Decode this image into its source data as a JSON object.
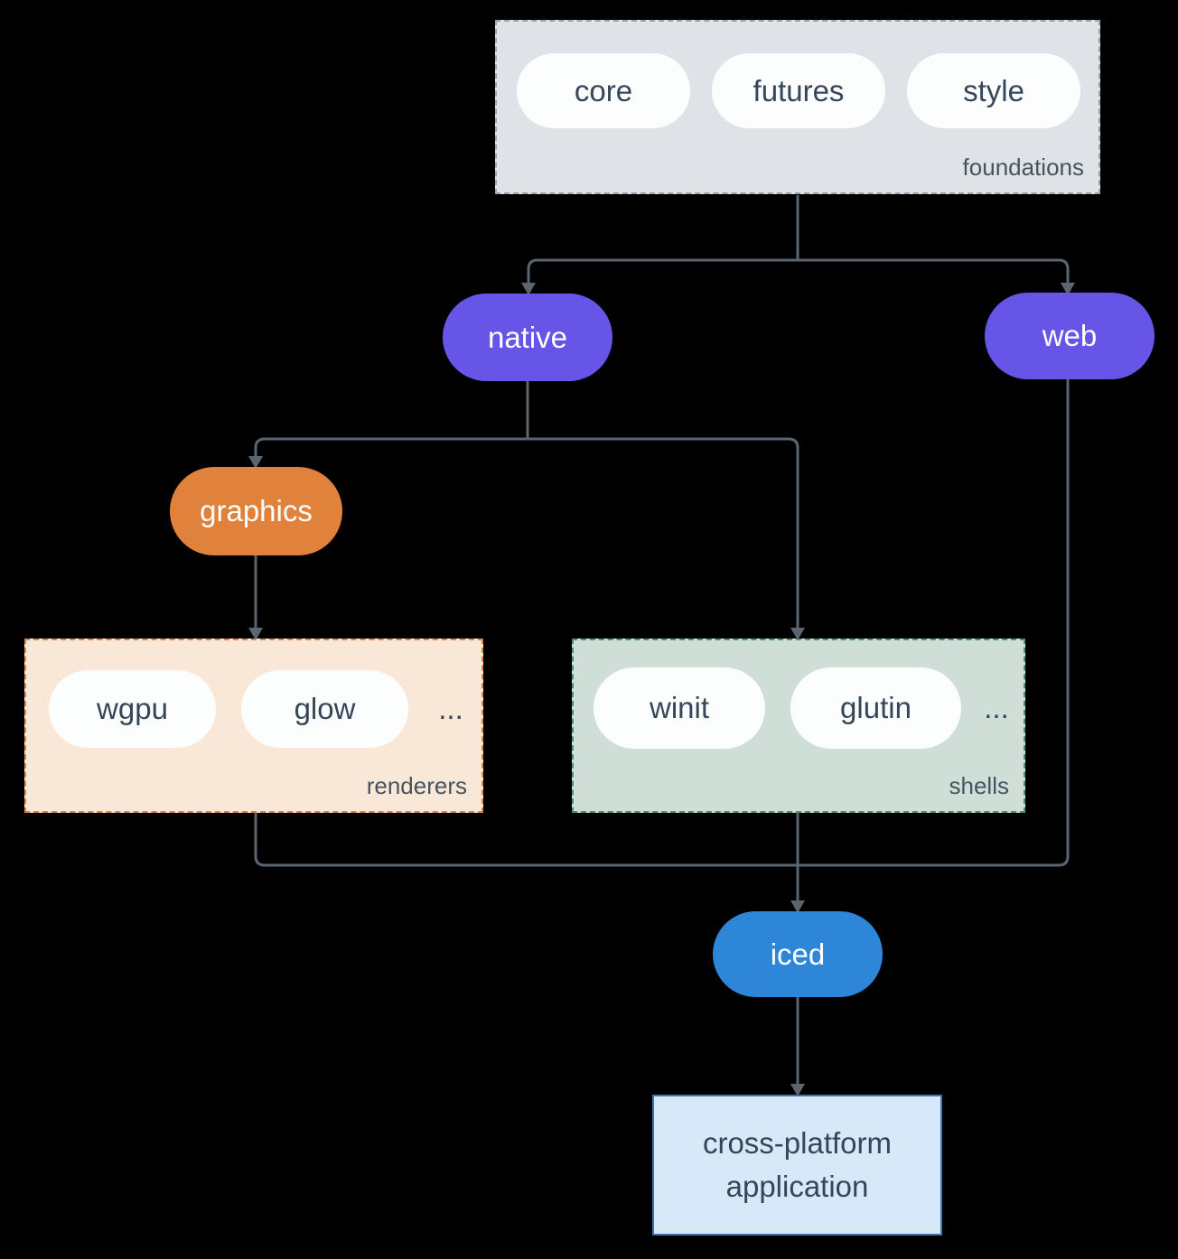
{
  "colors": {
    "background": "#000000",
    "line": "#5b6471",
    "purple": "#6655e6",
    "orange": "#e0813c",
    "blue": "#2e86d8",
    "white-pill": "#fcfdfd",
    "text-dark": "#36465a",
    "text-label": "#47545f",
    "foundations-fill": "#dfe3e7",
    "foundations-border": "#99a3ad",
    "renderers-fill": "#f9e7d8",
    "renderers-border": "#e0823d",
    "shells-fill": "#cfdfd8",
    "shells-border": "#4f8f6b",
    "app-fill": "#d7e8f8",
    "app-border": "#3d74ae"
  },
  "diagram": {
    "foundations": {
      "label": "foundations",
      "pills": [
        "core",
        "futures",
        "style"
      ]
    },
    "native": {
      "label": "native"
    },
    "web": {
      "label": "web"
    },
    "graphics": {
      "label": "graphics"
    },
    "renderers": {
      "label": "renderers",
      "pills": [
        "wgpu",
        "glow"
      ],
      "more": "..."
    },
    "shells": {
      "label": "shells",
      "pills": [
        "winit",
        "glutin"
      ],
      "more": "..."
    },
    "iced": {
      "label": "iced"
    },
    "application": {
      "label": "cross-platform application"
    }
  }
}
